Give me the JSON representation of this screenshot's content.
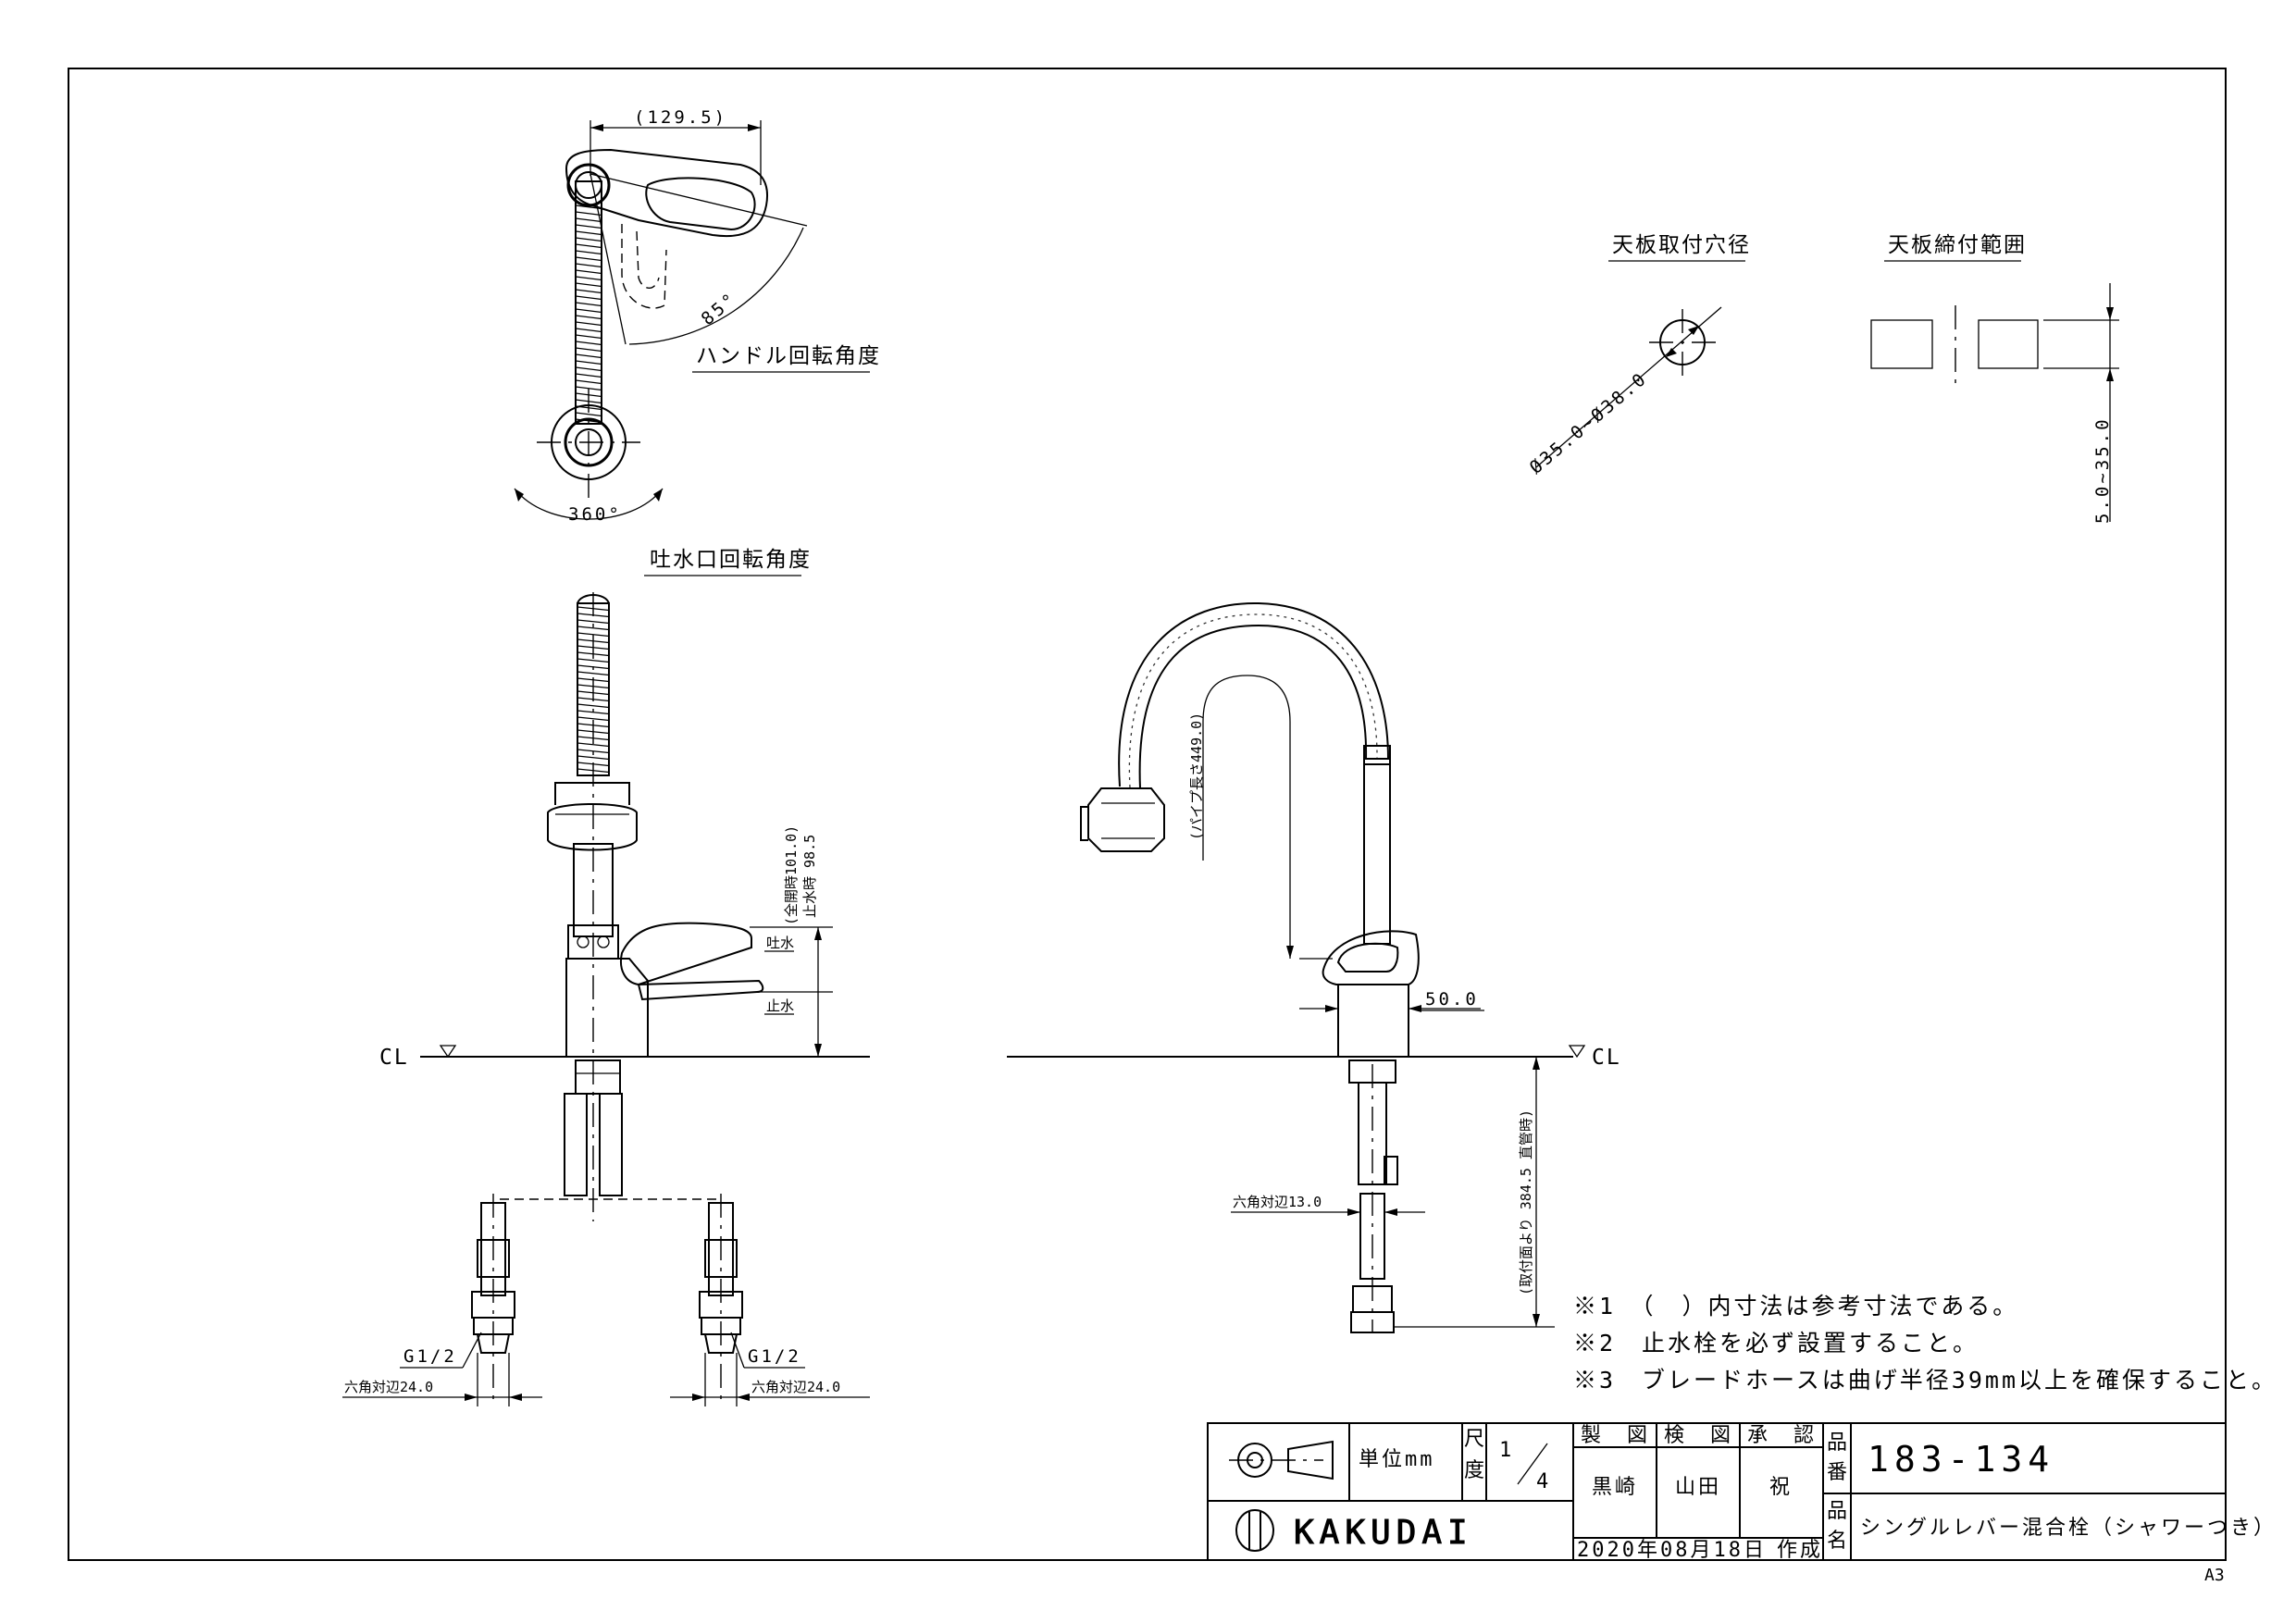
{
  "top_view": {
    "dim_width": "(129.5)",
    "angle_handle": "85°",
    "angle_spout": "360°",
    "label_handle": "ハンドル回転角度",
    "label_spout": "吐水口回転角度"
  },
  "hole": {
    "title": "天板取付穴径",
    "dim": "Ø35.0~Ø38.0"
  },
  "deck": {
    "title": "天板締付範囲",
    "dim": "5.0~35.0"
  },
  "front_view": {
    "cl": "CL",
    "dim_open": "(全開時101.0)",
    "dim_close": "止水時 98.5",
    "label_discharge": "吐水",
    "label_stop": "止水",
    "g_left": "G1/2",
    "g_right": "G1/2",
    "hex_left": "六角対辺24.0",
    "hex_right": "六角対辺24.0"
  },
  "side_view": {
    "cl": "CL",
    "dim_pipe": "(パイプ長さ449.0)",
    "dim_50": "50.0",
    "dim_hex13": "六角対辺13.0",
    "dim_384": "(取付面より 384.5 直管時)"
  },
  "notes": [
    "※1　（　）内寸法は参考寸法である。",
    "※2　止水栓を必ず設置すること。",
    "※3　ブレードホースは曲げ半径39mm以上を確保すること。"
  ],
  "title_block": {
    "unit_label": "単位mm",
    "scale_label_1": "尺",
    "scale_label_2": "度",
    "scale_num": "1",
    "scale_den": "4",
    "col_design": "製　図",
    "col_check": "検　図",
    "col_approve": "承　認",
    "name_design": "黒崎",
    "name_check": "山田",
    "name_approve": "祝",
    "part_no_label_1": "品",
    "part_no_label_2": "番",
    "part_no": "183-134",
    "part_name_label_1": "品",
    "part_name_label_2": "名",
    "part_name": "シングルレバー混合栓（シャワーつき）",
    "brand": "KAKUDAI",
    "date": "2020年08月18日",
    "created": "作成"
  },
  "sheet_size": "A3"
}
